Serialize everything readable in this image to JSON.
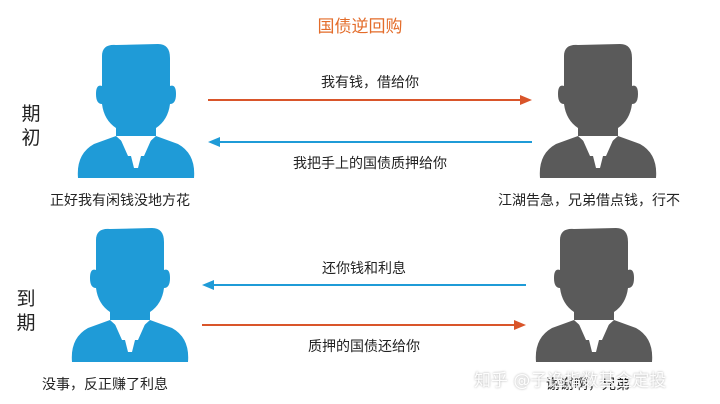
{
  "title": "国债逆回购",
  "phase_start": {
    "char1": "期",
    "char2": "初"
  },
  "phase_end": {
    "char1": "到",
    "char2": "期"
  },
  "top": {
    "arrow_right_label": "我有钱，借给你",
    "arrow_left_label": "我把手上的国债质押给你",
    "left_caption": "正好我有闲钱没地方花",
    "right_caption": "江湖告急，兄弟借点钱，行不"
  },
  "bottom": {
    "arrow_left_label": "还你钱和利息",
    "arrow_right_label": "质押的国债还给你",
    "left_caption": "没事，反正赚了利息",
    "right_caption": "谢谢啊，兄弟"
  },
  "watermark": "知乎 @子逸指数基金定投",
  "colors": {
    "lender": "#1f9bd7",
    "borrower": "#5a5a5a",
    "orange_arrow": "#d9552a",
    "blue_arrow": "#1f9bd7",
    "title": "#e36c2a"
  }
}
